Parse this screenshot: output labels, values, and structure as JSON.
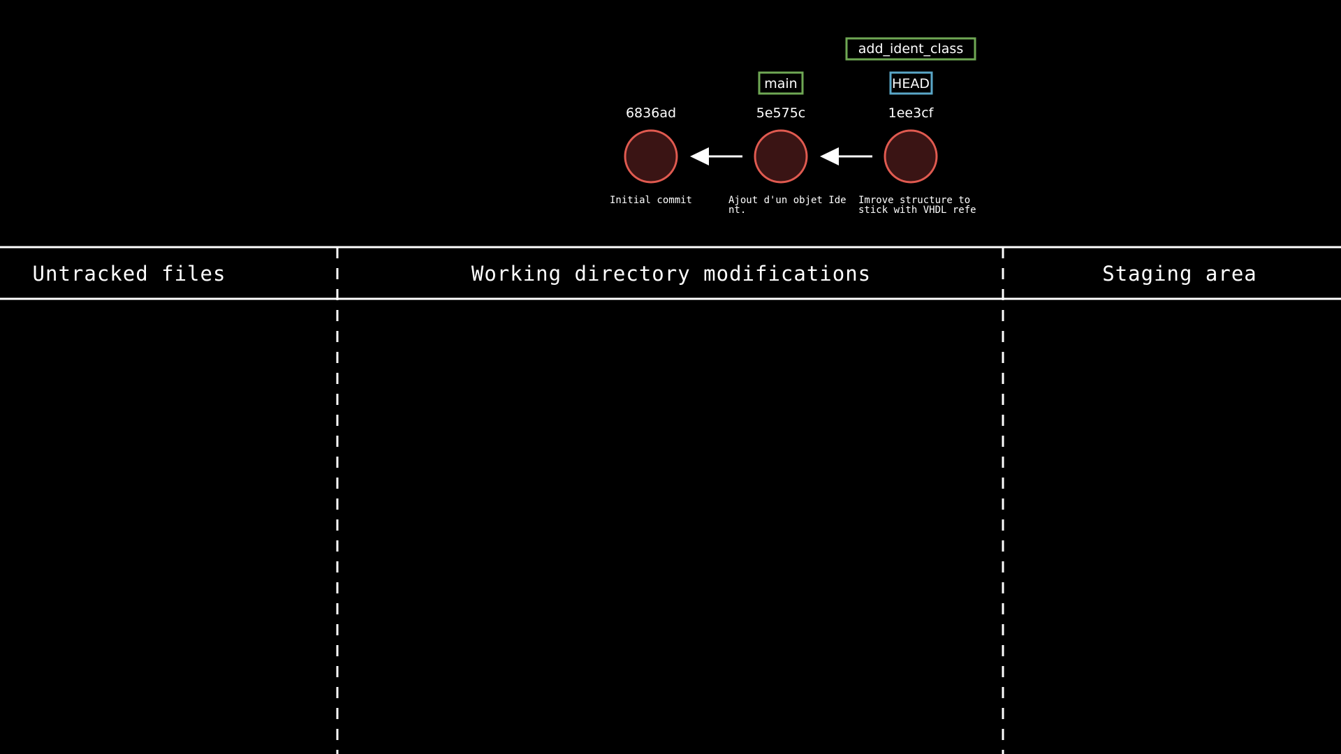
{
  "colors": {
    "background": "#000000",
    "commit_fill": "#3a1414",
    "commit_stroke": "#e05a50",
    "branch_border": "#6fa854",
    "head_border": "#5aa7c8",
    "line": "#ffffff"
  },
  "commits": [
    {
      "hash": "6836ad",
      "message_lines": [
        "Initial commit"
      ]
    },
    {
      "hash": "5e575c",
      "message_lines": [
        "Ajout d'un objet Ide",
        "nt."
      ]
    },
    {
      "hash": "1ee3cf",
      "message_lines": [
        "Imrove structure to",
        "stick with VHDL refe"
      ]
    }
  ],
  "refs": {
    "main": "main",
    "add_ident_class": "add_ident_class",
    "head": "HEAD"
  },
  "zones": {
    "untracked": "Untracked files",
    "working": "Working directory modifications",
    "staging": "Staging area"
  }
}
